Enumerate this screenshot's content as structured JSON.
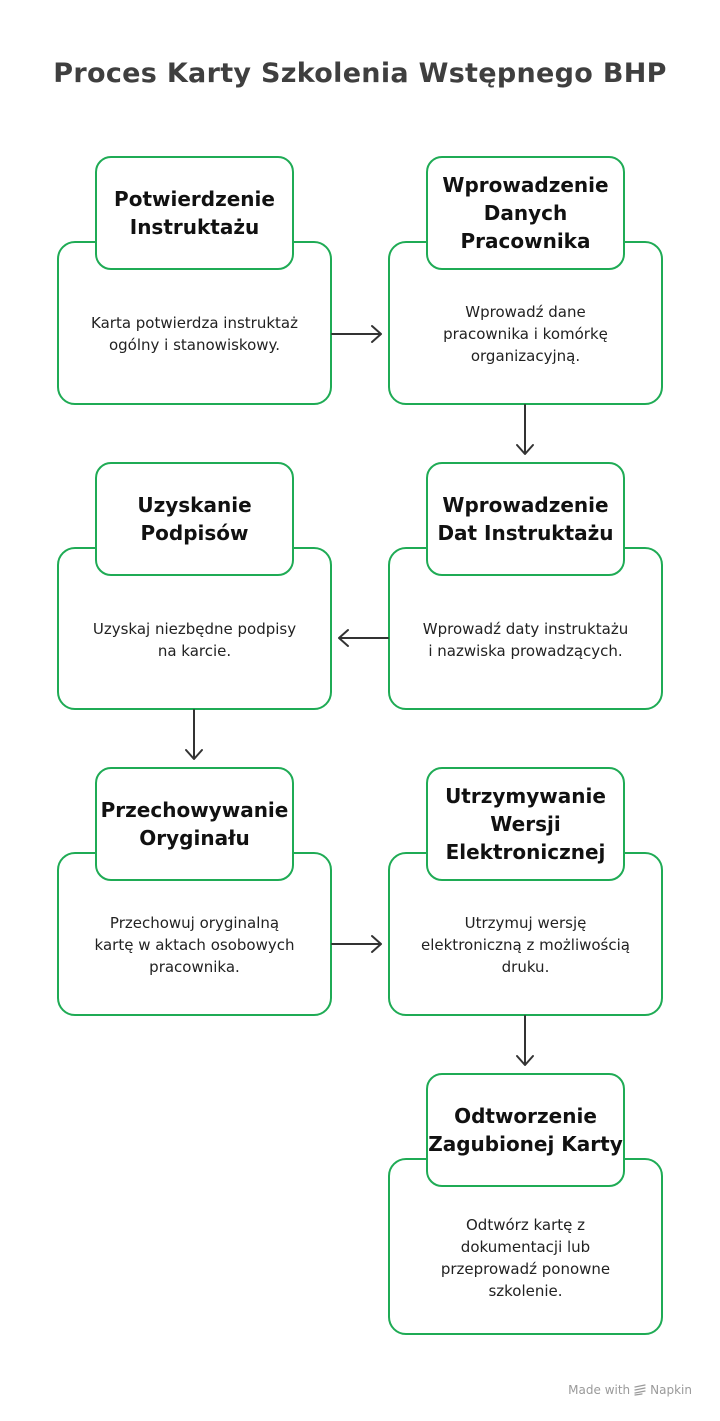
{
  "title": "Proces Karty Szkolenia Wstępnego BHP",
  "colors": {
    "accent": "#1fab55",
    "arrow": "#333333",
    "title": "#3f3f3f"
  },
  "steps": [
    {
      "heading": "Potwierdzenie Instruktażu",
      "description": "Karta potwierdza instruktaż ogólny i stanowiskowy."
    },
    {
      "heading": "Wprowadzenie Danych Pracownika",
      "description": "Wprowadź dane pracownika i komórkę organizacyjną."
    },
    {
      "heading": "Wprowadzenie Dat Instruktażu",
      "description": "Wprowadź daty instruktażu i nazwiska prowadzących."
    },
    {
      "heading": "Uzyskanie Podpisów",
      "description": "Uzyskaj niezbędne podpisy na karcie."
    },
    {
      "heading": "Przechowywanie Oryginału",
      "description": "Przechowuj oryginalną kartę w aktach osobowych pracownika."
    },
    {
      "heading": "Utrzymywanie Wersji Elektronicznej",
      "description": "Utrzymuj wersję elektroniczną z możliwością druku."
    },
    {
      "heading": "Odtworzenie Zagubionej Karty",
      "description": "Odtwórz kartę z dokumentacji lub przeprowadź ponowne szkolenie."
    }
  ],
  "footer": {
    "made_with": "Made with",
    "brand": "Napkin"
  }
}
